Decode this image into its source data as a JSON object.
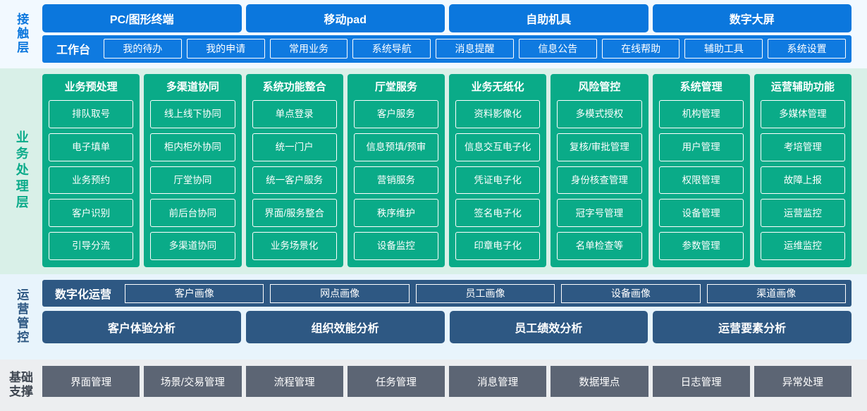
{
  "colors": {
    "contact_blue": "#0b77dd",
    "business_green": "#0aab88",
    "ops_navy": "#2e5883",
    "base_gray": "#5c6574"
  },
  "contact_layer": {
    "label": "接触层",
    "channels": [
      "PC/图形终端",
      "移动pad",
      "自助机具",
      "数字大屏"
    ],
    "workbench_title": "工作台",
    "workbench_items": [
      "我的待办",
      "我的申请",
      "常用业务",
      "系统导航",
      "消息提醒",
      "信息公告",
      "在线帮助",
      "辅助工具",
      "系统设置"
    ]
  },
  "business_layer": {
    "label": "业务处理层",
    "columns": [
      {
        "title": "业务预处理",
        "items": [
          "排队取号",
          "电子填单",
          "业务预约",
          "客户识别",
          "引导分流"
        ]
      },
      {
        "title": "多渠道协同",
        "items": [
          "线上线下协同",
          "柜内柜外协同",
          "厅堂协同",
          "前后台协同",
          "多渠道协同"
        ]
      },
      {
        "title": "系统功能整合",
        "items": [
          "单点登录",
          "统一门户",
          "统一客户服务",
          "界面/服务整合",
          "业务场景化"
        ]
      },
      {
        "title": "厅堂服务",
        "items": [
          "客户服务",
          "信息预填/预审",
          "营销服务",
          "秩序维护",
          "设备监控"
        ]
      },
      {
        "title": "业务无纸化",
        "items": [
          "资料影像化",
          "信息交互电子化",
          "凭证电子化",
          "签名电子化",
          "印章电子化"
        ]
      },
      {
        "title": "风险管控",
        "items": [
          "多模式授权",
          "复核/审批管理",
          "身份核查管理",
          "冠字号管理",
          "名单检查等"
        ]
      },
      {
        "title": "系统管理",
        "items": [
          "机构管理",
          "用户管理",
          "权限管理",
          "设备管理",
          "参数管理"
        ]
      },
      {
        "title": "运营辅助功能",
        "items": [
          "多媒体管理",
          "考培管理",
          "故障上报",
          "运营监控",
          "运维监控"
        ]
      }
    ]
  },
  "operations_layer": {
    "label": "运营管控",
    "digital_title": "数字化运营",
    "portraits": [
      "客户画像",
      "网点画像",
      "员工画像",
      "设备画像",
      "渠道画像"
    ],
    "analyses": [
      "客户体验分析",
      "组织效能分析",
      "员工绩效分析",
      "运营要素分析"
    ]
  },
  "base_layer": {
    "label_line1": "基础",
    "label_line2": "支撑",
    "items": [
      "界面管理",
      "场景/交易管理",
      "流程管理",
      "任务管理",
      "消息管理",
      "数据埋点",
      "日志管理",
      "异常处理"
    ]
  }
}
